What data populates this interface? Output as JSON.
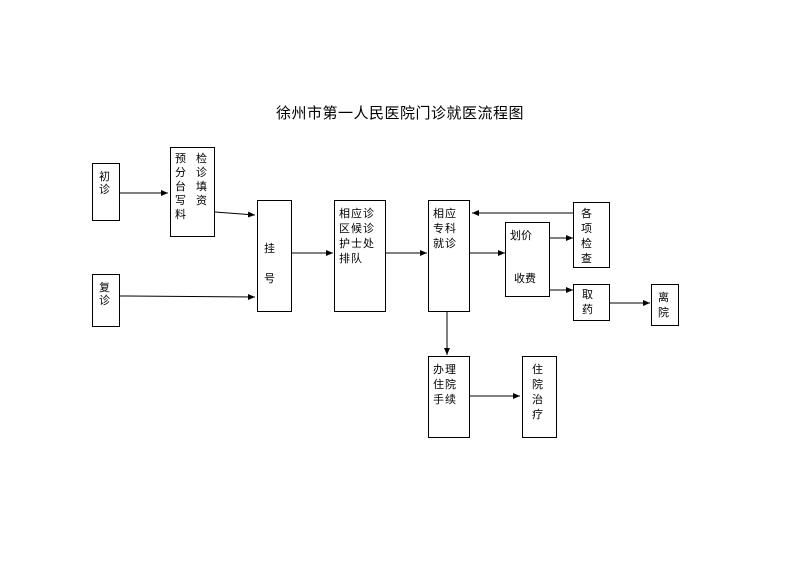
{
  "title": "徐州市第一人民医院门诊就医流程图",
  "nodes": {
    "chuzhen": "初诊",
    "fuzhen": "复诊",
    "yufen_left": "预分台写料",
    "yufen_right": "检诊填资",
    "guahao": "挂号",
    "houzhen": "相应诊区候诊护士处排队",
    "zhuanke": "相应专科就诊",
    "huajia": "划价",
    "shoufei": "收费",
    "gexiang": "各项检查",
    "quyao": "取药",
    "liyuan": "离院",
    "banli": "办理住院手续",
    "zhuyuan": "住院治疗"
  }
}
